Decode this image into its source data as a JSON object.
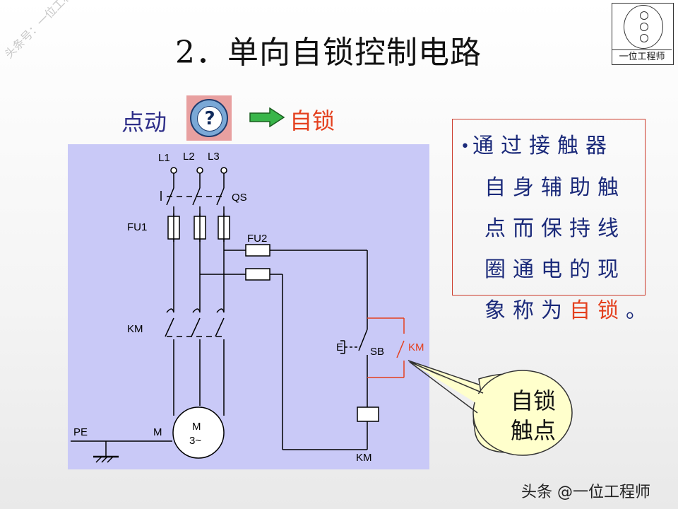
{
  "title": "2．单向自锁控制电路",
  "watermark": "头条号：一位工程师",
  "logo": {
    "label": "一位工程师"
  },
  "nav": {
    "jog_label": "点动",
    "help_icon": "question-mark-icon",
    "arrow_icon": "right-arrow-icon",
    "selflock_label": "自锁"
  },
  "circuit": {
    "labels": {
      "l1": "L1",
      "l2": "L2",
      "l3": "L3",
      "qs": "QS",
      "fu1": "FU1",
      "fu2": "FU2",
      "km_main": "KM",
      "sb": "SB",
      "km_aux": "KM",
      "pe": "PE",
      "m": "M",
      "motor_m": "M",
      "motor_3": "3~",
      "km_coil": "KM",
      "switch_e": "E"
    },
    "colors": {
      "panel": "#c9c9f7",
      "aux_contact": "#e4401e"
    }
  },
  "description": {
    "bullet": "•",
    "lines": [
      "通过接触器",
      "自身辅助触",
      "点而保持线",
      "圈通电的现"
    ],
    "last_prefix": "象称为",
    "last_highlight": "自锁",
    "last_suffix": "。"
  },
  "callout": {
    "line1": "自锁",
    "line2": "触点"
  },
  "footer": "头条 @一位工程师"
}
